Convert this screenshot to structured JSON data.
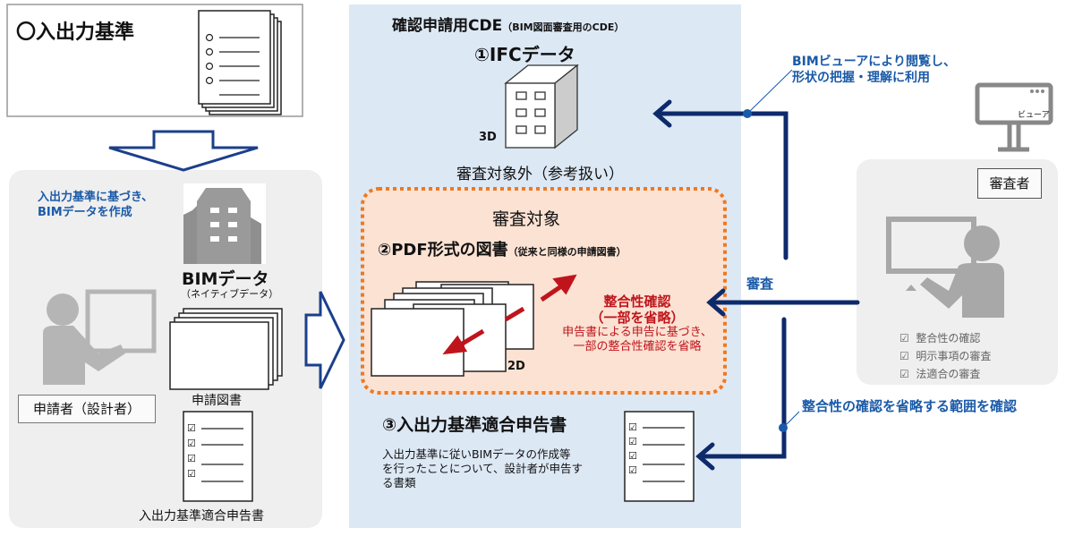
{
  "standard_box": {
    "title": "〇入出力基準"
  },
  "applicant": {
    "note": [
      "入出力基準に基づき、",
      "BIMデータを作成"
    ],
    "bim_label": "BIMデータ",
    "bim_sub": "（ネイティブデータ）",
    "drawings_label": "申請図書",
    "declaration_label": "入出力基準適合申告書",
    "role_label": "申請者（設計者）",
    "check_mark": "☑"
  },
  "cde": {
    "title": "確認申請用CDE",
    "title_sub": "（BIM図面審査用のCDE）",
    "ifc_title": "①IFCデータ",
    "ifc_3d": "3D",
    "out_of_scope": "審査対象外（参考扱い）",
    "scope_title": "審査対象",
    "pdf_title": "②PDF形式の図書",
    "pdf_sub": "（従来と同様の申請図書）",
    "pdf_2d": "2D",
    "consistency_title": "整合性確認",
    "consistency_sub": "（一部を省略）",
    "consistency_note": [
      "申告書による申告に基づき、",
      "一部の整合性確認を省略"
    ],
    "declaration_title": "③入出力基準適合申告書",
    "declaration_desc": [
      "入出力基準に従いBIMデータの作成等",
      "を行ったことについて、設計者が申告す",
      "る書類"
    ]
  },
  "annotations": {
    "viewer_note": [
      "BIMビューアにより閲覧し、",
      "形状の把握・理解に利用"
    ],
    "review": "審査",
    "omit_note": "整合性の確認を省略する範囲を確認"
  },
  "reviewer": {
    "viewer_label": "ビューア",
    "role_label": "審査者",
    "checks": [
      "整合性の確認",
      "明示事項の審査",
      "法適合の審査"
    ]
  },
  "colors": {
    "navy": "#0d2a6b",
    "orange": "#f07820",
    "blue_text": "#1a5aa8",
    "red_text": "#c0141c",
    "cde_bg": "#dde8f5",
    "scope_bg": "#fbe2d3"
  }
}
